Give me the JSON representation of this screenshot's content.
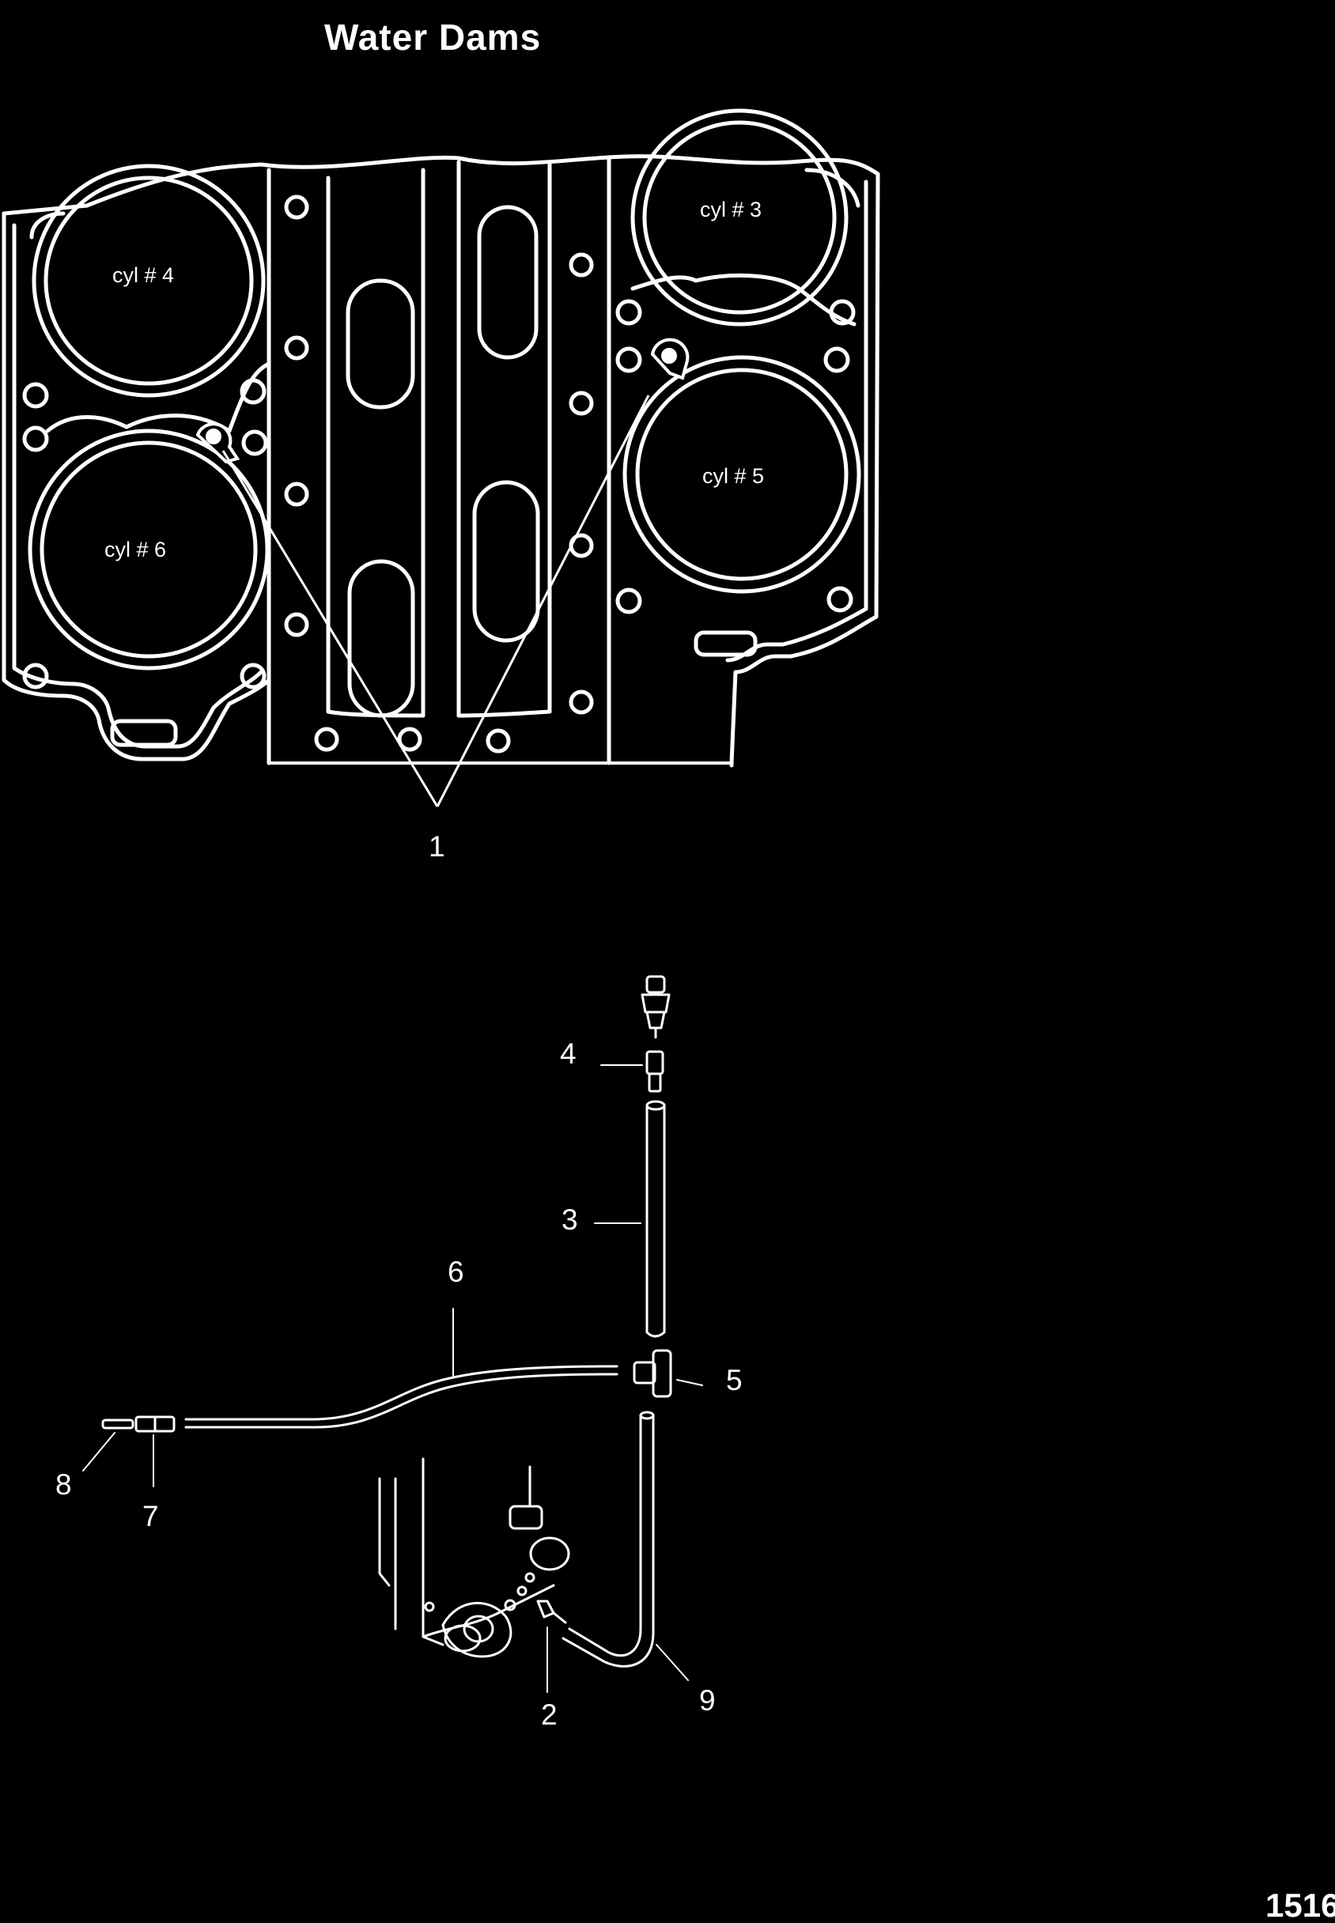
{
  "title": "Water Dams",
  "cylinders": [
    "cyl # 3",
    "cyl # 4",
    "cyl # 5",
    "cyl # 6"
  ],
  "callouts": [
    "1",
    "2",
    "3",
    "4",
    "5",
    "6",
    "7",
    "8",
    "9"
  ],
  "page_number": "1516",
  "colors": {
    "background": "#000000",
    "line": "#ffffff"
  }
}
